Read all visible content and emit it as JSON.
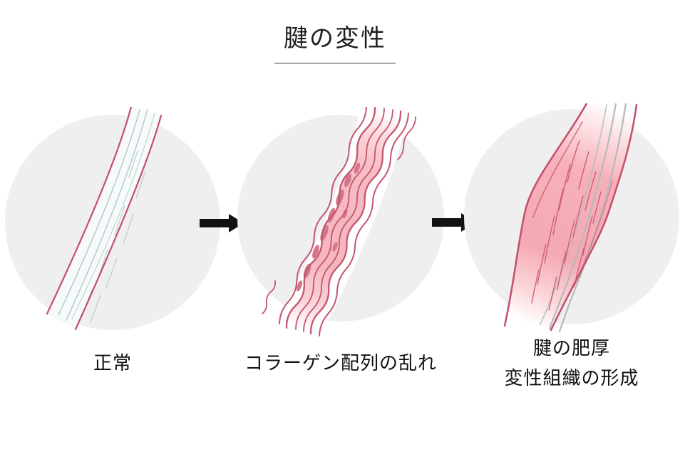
{
  "title": {
    "text": "腱の変性"
  },
  "stages": [
    {
      "name": "normal",
      "caption": [
        "正常"
      ]
    },
    {
      "name": "collagen-disarray",
      "caption": [
        "コラーゲン配列の乱れ"
      ]
    },
    {
      "name": "thickening",
      "caption": [
        "腱の肥厚",
        "変性組織の形成"
      ]
    }
  ],
  "icons": {
    "stage_transition": "arrow-right-icon"
  },
  "colors": {
    "background": "#ffffff",
    "circle_bg": "#f0eff0",
    "tendon_outline": "#c34e6b",
    "normal_tendon_fill": "#f6fafa",
    "normal_fiber_line": "#a9c4c3",
    "degenerated_fill": "#f6bac2",
    "lacuna_fill": "#d4768b",
    "thickened_fill": "#f4a9b3",
    "gray_fiber_line": "#b4baba",
    "arrow": "#121212",
    "text": "#1c1c1c"
  }
}
